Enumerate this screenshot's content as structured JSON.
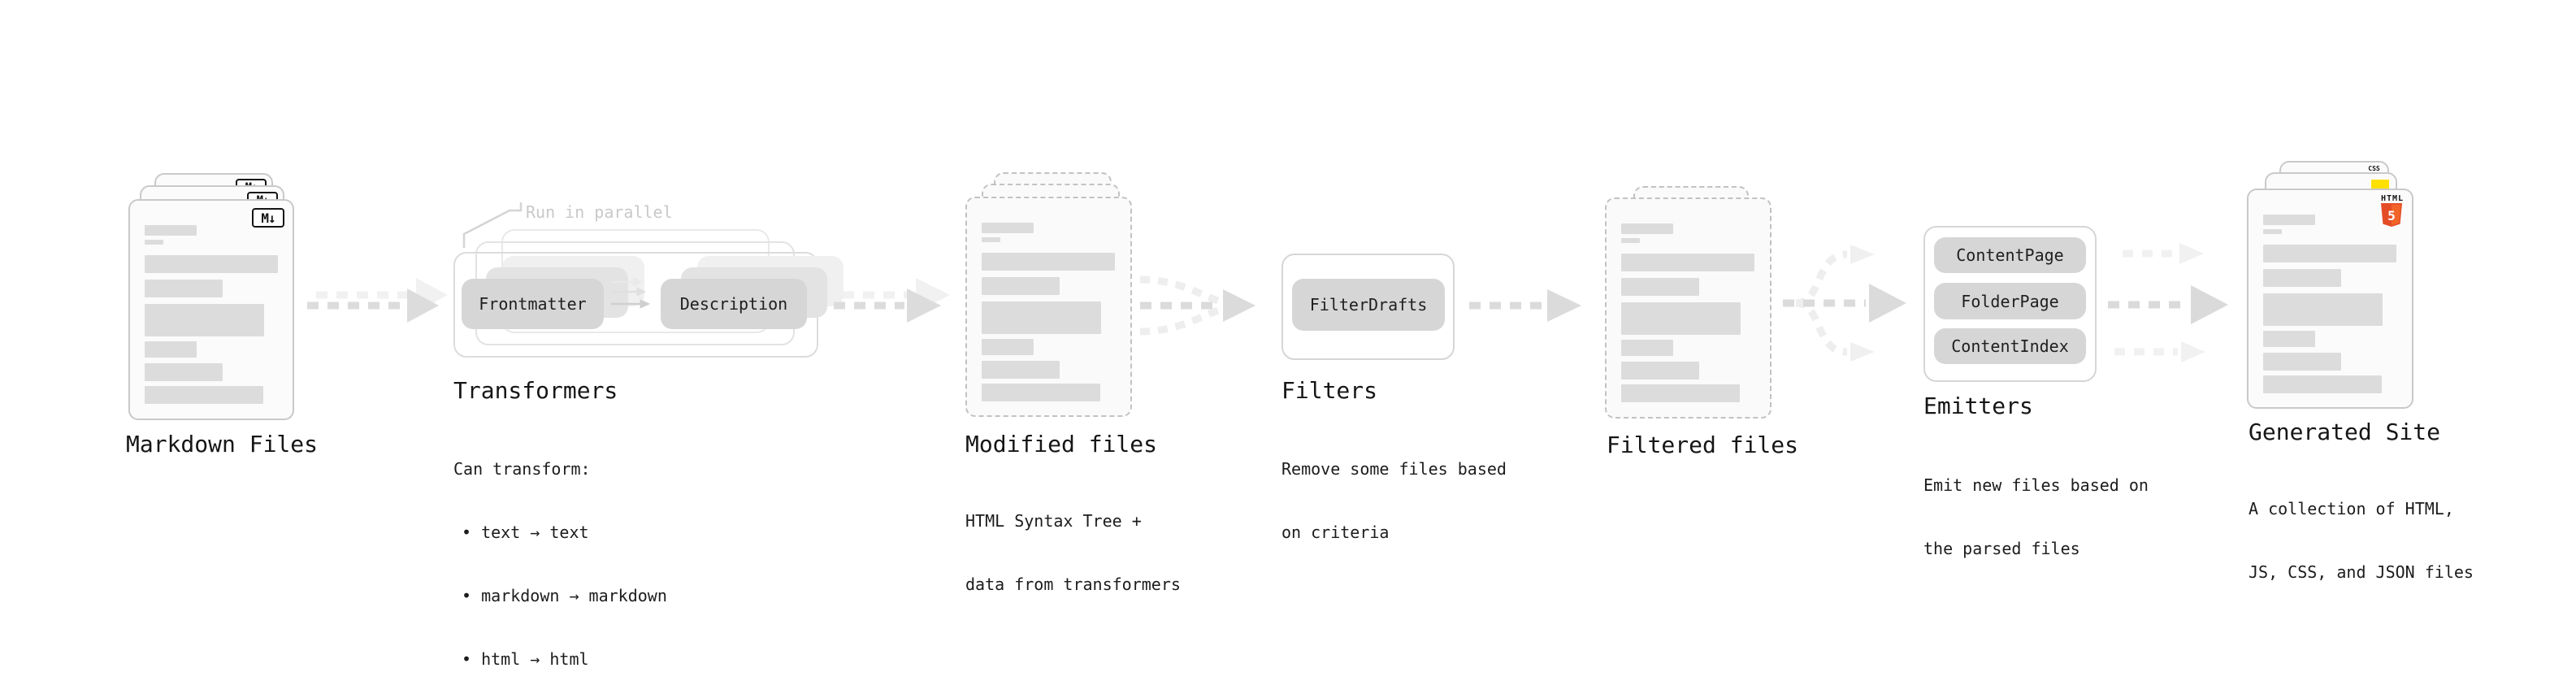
{
  "stages": [
    {
      "id": "markdown-files",
      "title": "Markdown Files"
    },
    {
      "id": "transformers",
      "title": "Transformers",
      "callout": "Run in parallel",
      "pills": [
        "Frontmatter",
        "Description"
      ],
      "caption": [
        "Can transform:",
        "• text → text",
        "• markdown → markdown",
        "• html → html"
      ]
    },
    {
      "id": "modified-files",
      "title": "Modified files",
      "caption": [
        "HTML Syntax Tree +",
        "data from transformers"
      ]
    },
    {
      "id": "filters",
      "title": "Filters",
      "pills": [
        "FilterDrafts"
      ],
      "caption": [
        "Remove some files based",
        "on criteria"
      ]
    },
    {
      "id": "filtered-files",
      "title": "Filtered files"
    },
    {
      "id": "emitters",
      "title": "Emitters",
      "pills": [
        "ContentPage",
        "FolderPage",
        "ContentIndex"
      ],
      "caption": [
        "Emit new files based on",
        "the parsed files"
      ]
    },
    {
      "id": "generated-site",
      "title": "Generated Site",
      "caption": [
        "A collection of HTML,",
        "JS, CSS, and JSON files"
      ]
    }
  ],
  "icons": {
    "markdown": "M↓",
    "html5_label": "HTML",
    "html5_digit": "5",
    "css_label": "CSS"
  },
  "colors": {
    "html5_orange": "#e44d26",
    "html5_orange_light": "#f16529",
    "js_yellow": "#ffe000",
    "css_blue": "#2760e5",
    "bar_gray": "#dcdcdc",
    "arrow_gray": "#dbdbdb",
    "arrow_faint": "#f0f0f0"
  }
}
